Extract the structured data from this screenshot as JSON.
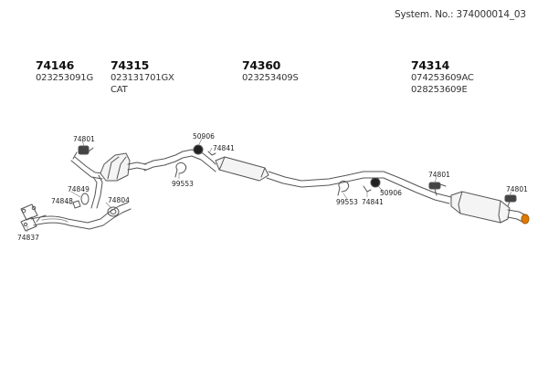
{
  "system_number": "System. No.: 374000014_03",
  "main_parts": [
    {
      "part": "74146",
      "oem": [
        "023253091G"
      ]
    },
    {
      "part": "74315",
      "oem": [
        "023131701GX",
        "CAT"
      ]
    },
    {
      "part": "74360",
      "oem": [
        "023253409S"
      ]
    },
    {
      "part": "74314",
      "oem": [
        "074253609AC",
        "028253609E"
      ]
    }
  ],
  "callouts": {
    "c74801a": "74801",
    "c50906a": "50906",
    "c74841a": "74841",
    "c99553a": "99553",
    "c74849": "74849",
    "c74848": "74848",
    "c74804": "74804",
    "c74837": "74837",
    "c99553b": "99553",
    "c74841b": "74841",
    "c50906b": "50906",
    "c74801b": "74801",
    "c74801c": "74801"
  }
}
